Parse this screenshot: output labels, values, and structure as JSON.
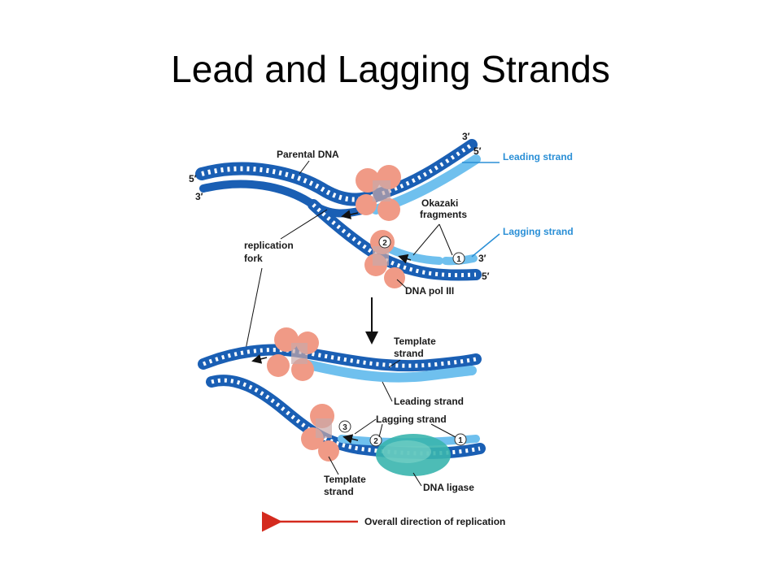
{
  "title": "Lead and Lagging Strands",
  "colors": {
    "dark_strand": "#1a5fb4",
    "light_strand": "#6fc0ee",
    "polymerase": "#f09a86",
    "ligase": "#3ab5ae",
    "direction_arrow": "#d42a1e",
    "callout_blue": "#2a8fd6"
  },
  "top_panel": {
    "parental_dna": "Parental DNA",
    "five_prime_left": "5′",
    "three_prime_left": "3′",
    "three_prime_top_right": "3′",
    "five_prime_top_right": "5′",
    "leading_strand": "Leading strand",
    "okazaki_line1": "Okazaki",
    "okazaki_line2": "fragments",
    "lagging_strand": "Lagging strand",
    "three_prime_bottom_right": "3′",
    "five_prime_bottom_right": "5′",
    "dna_pol": "DNA pol III",
    "replication_line1": "replication",
    "replication_line2": "fork",
    "marker_1": "1",
    "marker_2": "2"
  },
  "bottom_panel": {
    "template_line1": "Template",
    "template_line2": "strand",
    "leading_strand": "Leading strand",
    "lagging_strand": "Lagging strand",
    "template2_line1": "Template",
    "template2_line2": "strand",
    "dna_ligase": "DNA ligase",
    "marker_1": "1",
    "marker_2": "2",
    "marker_3": "3"
  },
  "direction_label": "Overall direction of replication"
}
